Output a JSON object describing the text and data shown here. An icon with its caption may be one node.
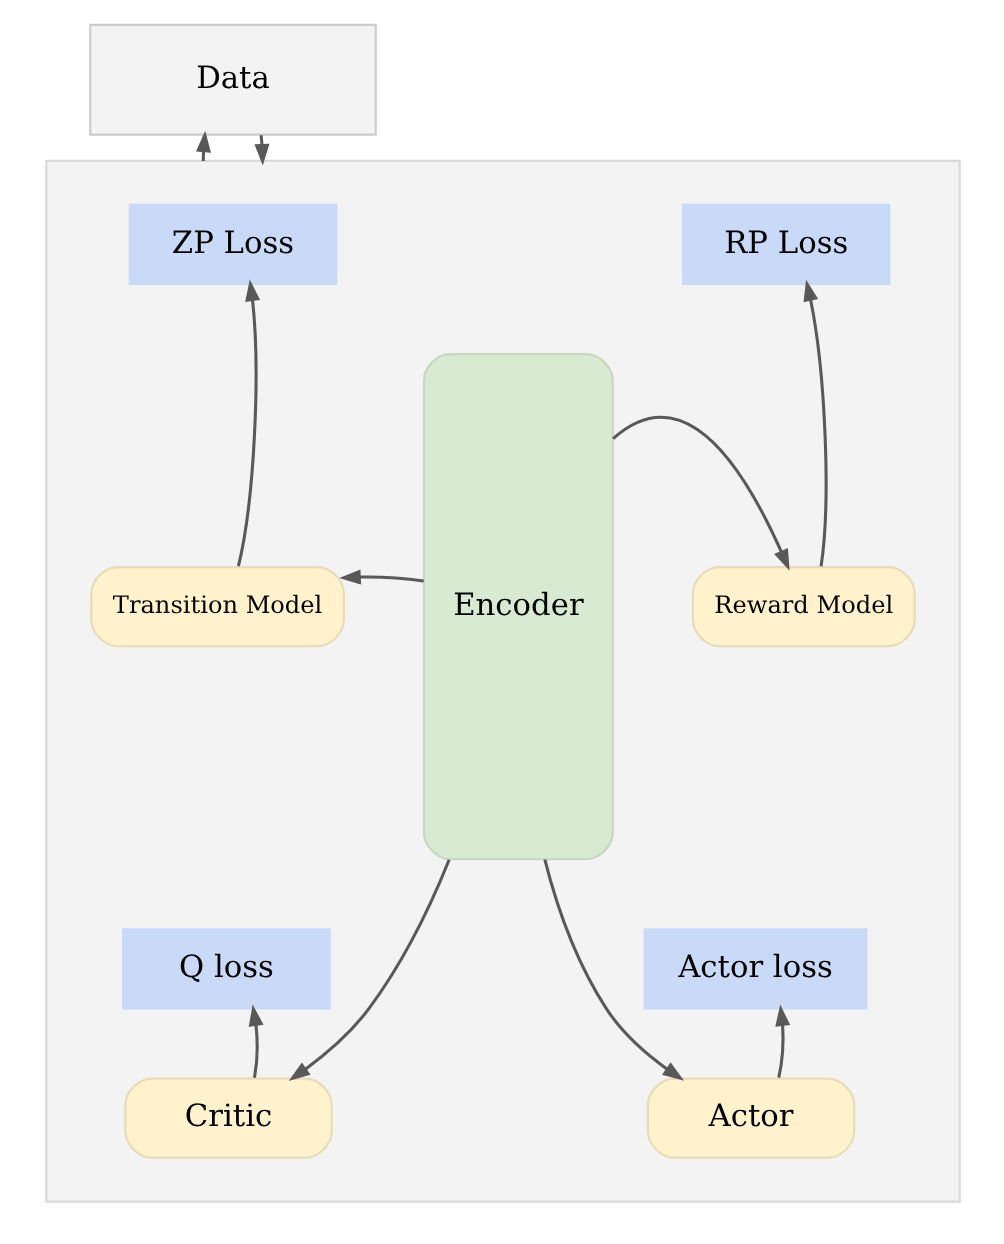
{
  "diagram": {
    "nodes": [
      {
        "text": [
          "Data"
        ]
      },
      {
        "text": [],
        "shape": "box"
      },
      {
        "text": [
          "ZP Loss"
        ],
        "in": 1
      },
      {
        "text": [
          "RP Loss"
        ],
        "in": 1
      },
      {
        "text": [
          "Transition Model"
        ],
        "in": 1
      },
      {
        "text": [
          "Encoder"
        ],
        "in": 1
      },
      {
        "text": [
          "Reward Model"
        ],
        "in": 1
      },
      {
        "text": [
          "Q loss"
        ],
        "in": 1
      },
      {
        "text": [
          "Actor loss"
        ],
        "in": 1
      },
      {
        "text": [
          "Critic"
        ],
        "in": 1
      },
      {
        "text": [
          "Actor"
        ],
        "in": 1
      }
    ],
    "edges": [
      {
        "from": 0,
        "to": 1,
        "arrow": "to"
      },
      {
        "from": 1,
        "to": 0,
        "arrow": "to"
      },
      {
        "from": 4,
        "to": 2,
        "arrow": "to"
      },
      {
        "from": 6,
        "to": 3,
        "arrow": "to"
      },
      {
        "from": 5,
        "to": 4,
        "arrow": "to"
      },
      {
        "from": 5,
        "to": 6,
        "arrow": "to"
      },
      {
        "from": 9,
        "to": 7,
        "arrow": "to"
      },
      {
        "from": 10,
        "to": 8,
        "arrow": "to"
      },
      {
        "from": 5,
        "to": 9,
        "arrow": "to"
      },
      {
        "from": 5,
        "to": 10,
        "arrow": "to"
      }
    ]
  }
}
